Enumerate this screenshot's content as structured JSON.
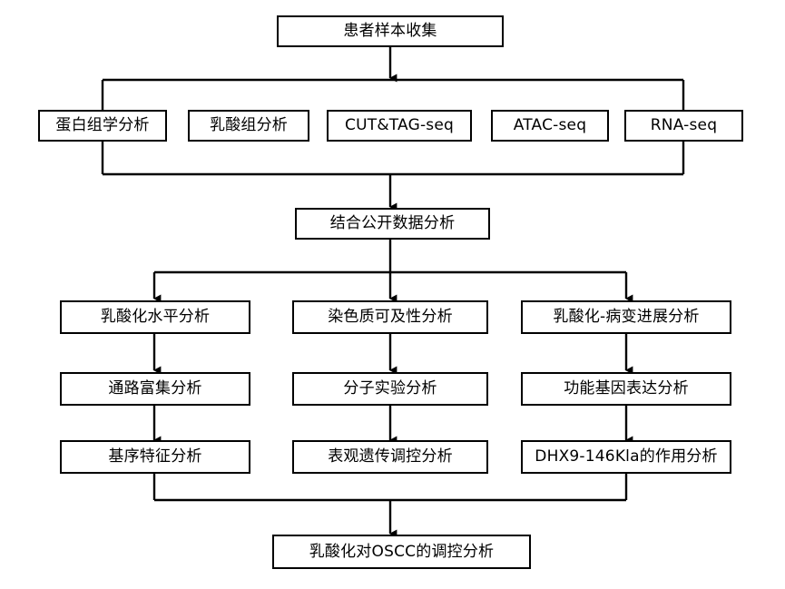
{
  "diagram": {
    "title": "Lactylation OSCC study workflow flowchart",
    "line_color": "#000000",
    "box_border_color": "#000000",
    "background_color": "#ffffff",
    "text_color": "#000000"
  },
  "nodes": {
    "root": {
      "label": "患者样本收集"
    },
    "omics": [
      {
        "label": "蛋白组学分析"
      },
      {
        "label": "乳酸组分析"
      },
      {
        "label": "CUT&TAG-seq"
      },
      {
        "label": "ATAC-seq"
      },
      {
        "label": "RNA-seq"
      }
    ],
    "integration": {
      "label": "结合公开数据分析"
    },
    "columns": [
      {
        "name": "lactylation-level-column",
        "steps": [
          {
            "label": "乳酸化水平分析"
          },
          {
            "label": "通路富集分析"
          },
          {
            "label": "基序特征分析"
          }
        ]
      },
      {
        "name": "chromatin-accessibility-column",
        "steps": [
          {
            "label": "染色质可及性分析"
          },
          {
            "label": "分子实验分析"
          },
          {
            "label": "表观遗传调控分析"
          }
        ]
      },
      {
        "name": "lesion-progression-column",
        "steps": [
          {
            "label": "乳酸化-病变进展分析"
          },
          {
            "label": "功能基因表达分析"
          },
          {
            "label": "DHX9-146Kla的作用分析"
          }
        ]
      }
    ],
    "conclusion": {
      "label": "乳酸化对OSCC的调控分析"
    }
  }
}
